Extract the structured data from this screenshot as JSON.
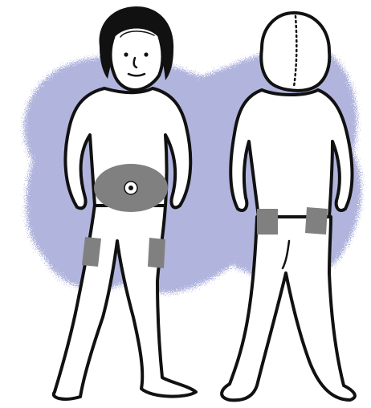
{
  "figure": {
    "figures": [
      {
        "view": "front",
        "highlighted_sites": [
          "abdomen",
          "left-thigh",
          "right-thigh"
        ],
        "navel_marker": true
      },
      {
        "view": "back",
        "highlighted_sites": [
          "left-buttock",
          "right-buttock"
        ]
      }
    ],
    "colors": {
      "background_wash": "#a9add9",
      "body_fill": "#ffffff",
      "outline": "#111111",
      "highlight": "#808080",
      "marker": "#ffffff"
    },
    "icons": [
      "child-front-figure",
      "child-back-figure",
      "injection-site-patch",
      "navel-marker-icon"
    ]
  }
}
